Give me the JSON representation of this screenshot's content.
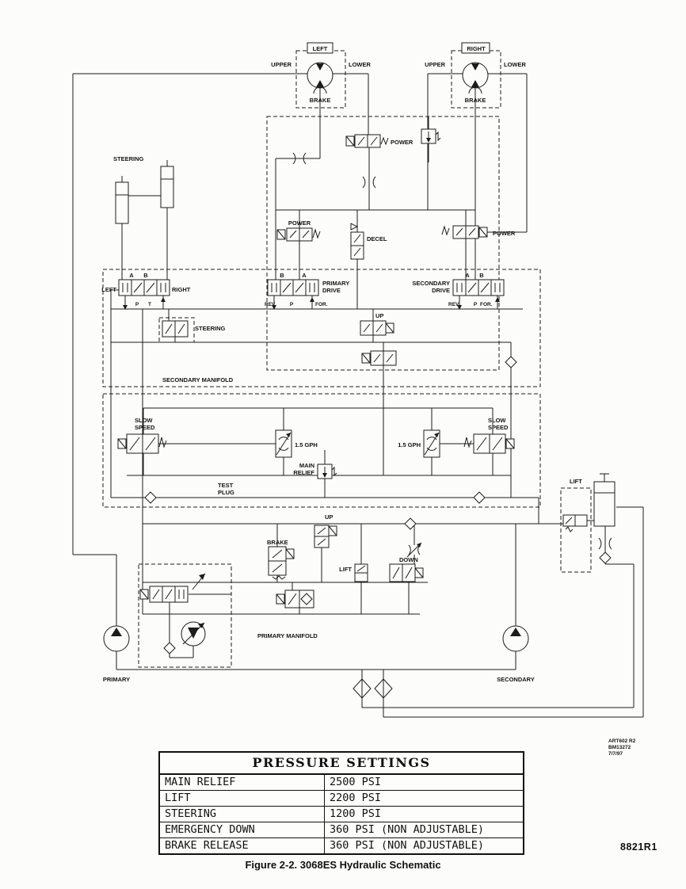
{
  "page": {
    "caption": "Figure 2-2. 3068ES Hydraulic Schematic",
    "doc_ref": "8821R1",
    "art_ref": [
      "ART602 R2",
      "BM13272",
      "7/7/97"
    ]
  },
  "schematic": {
    "labels": {
      "steering": "STEERING",
      "power": "POWER",
      "decel": "DECEL",
      "a": "A",
      "b": "B",
      "p": "P",
      "t": "T",
      "left": "LEFT",
      "right": "RIGHT",
      "upper": "UPPER",
      "lower": "LOWER",
      "brake": "BRAKE",
      "rev": "REV.",
      "forward": "FOR.",
      "primary": "PRIMARY",
      "secondary": "SECONDARY",
      "drive": "DRIVE",
      "up": "UP",
      "down": "DOWN",
      "lift": "LIFT",
      "slow": "SLOW",
      "speed": "SPEED",
      "gph": "1.5 GPH",
      "main": "MAIN",
      "relief": "RELIEF",
      "test": "TEST",
      "plug": "PLUG",
      "secondary_manifold": "SECONDARY MANIFOLD",
      "primary_manifold": "PRIMARY MANIFOLD"
    }
  },
  "pressure_table": {
    "title": "PRESSURE SETTINGS",
    "rows": [
      {
        "name": "MAIN RELIEF",
        "value": "2500 PSI"
      },
      {
        "name": "LIFT",
        "value": "2200 PSI"
      },
      {
        "name": "STEERING",
        "value": "1200 PSI"
      },
      {
        "name": "EMERGENCY DOWN",
        "value": "360 PSI (NON ADJUSTABLE)"
      },
      {
        "name": "BRAKE RELEASE",
        "value": "360 PSI (NON ADJUSTABLE)"
      }
    ]
  }
}
